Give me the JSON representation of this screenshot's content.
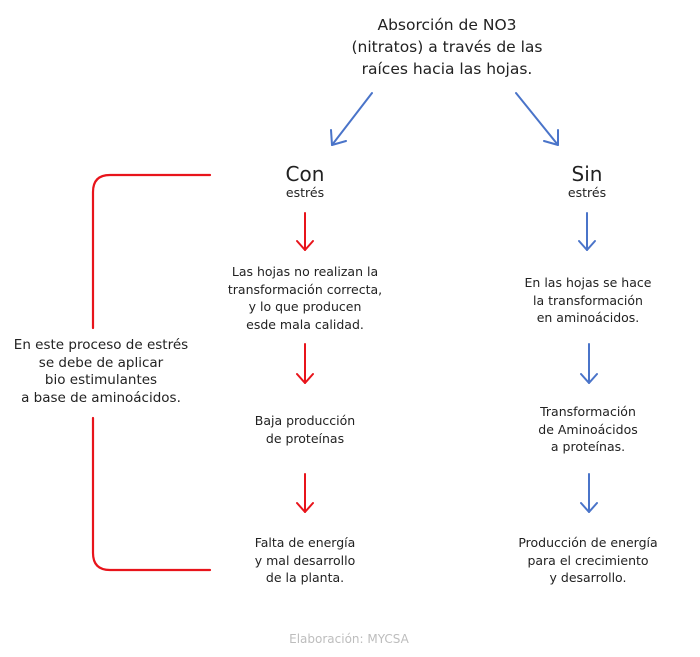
{
  "title_lines": [
    "Absorción de NO3",
    "(nitratos) a través de las",
    "raíces hacia las hojas."
  ],
  "left_branch": {
    "heading": "Con",
    "subheading": "estrés",
    "steps": [
      [
        "Las hojas no realizan la",
        "transformación correcta,",
        "y lo que producen",
        "esde mala calidad."
      ],
      [
        "Baja producción",
        "de proteínas"
      ],
      [
        "Falta de energía",
        "y mal desarrollo",
        "de la planta."
      ]
    ]
  },
  "right_branch": {
    "heading": "Sin",
    "subheading": "estrés",
    "steps": [
      [
        "En las hojas se hace",
        "la transformación",
        "en aminoácidos."
      ],
      [
        "Transformación",
        "de Aminoácidos",
        "a proteínas."
      ],
      [
        "Producción de energía",
        "para el crecimiento",
        "y desarrollo."
      ]
    ]
  },
  "bracket_note": [
    "En este proceso de estrés",
    "se debe de aplicar",
    "bio estimulantes",
    "a base de aminoácidos."
  ],
  "footer": "Elaboración: MYCSA",
  "colors": {
    "red": "#e8141b",
    "blue": "#4a74c9",
    "text": "#222222",
    "footer": "#bdbdbd"
  }
}
